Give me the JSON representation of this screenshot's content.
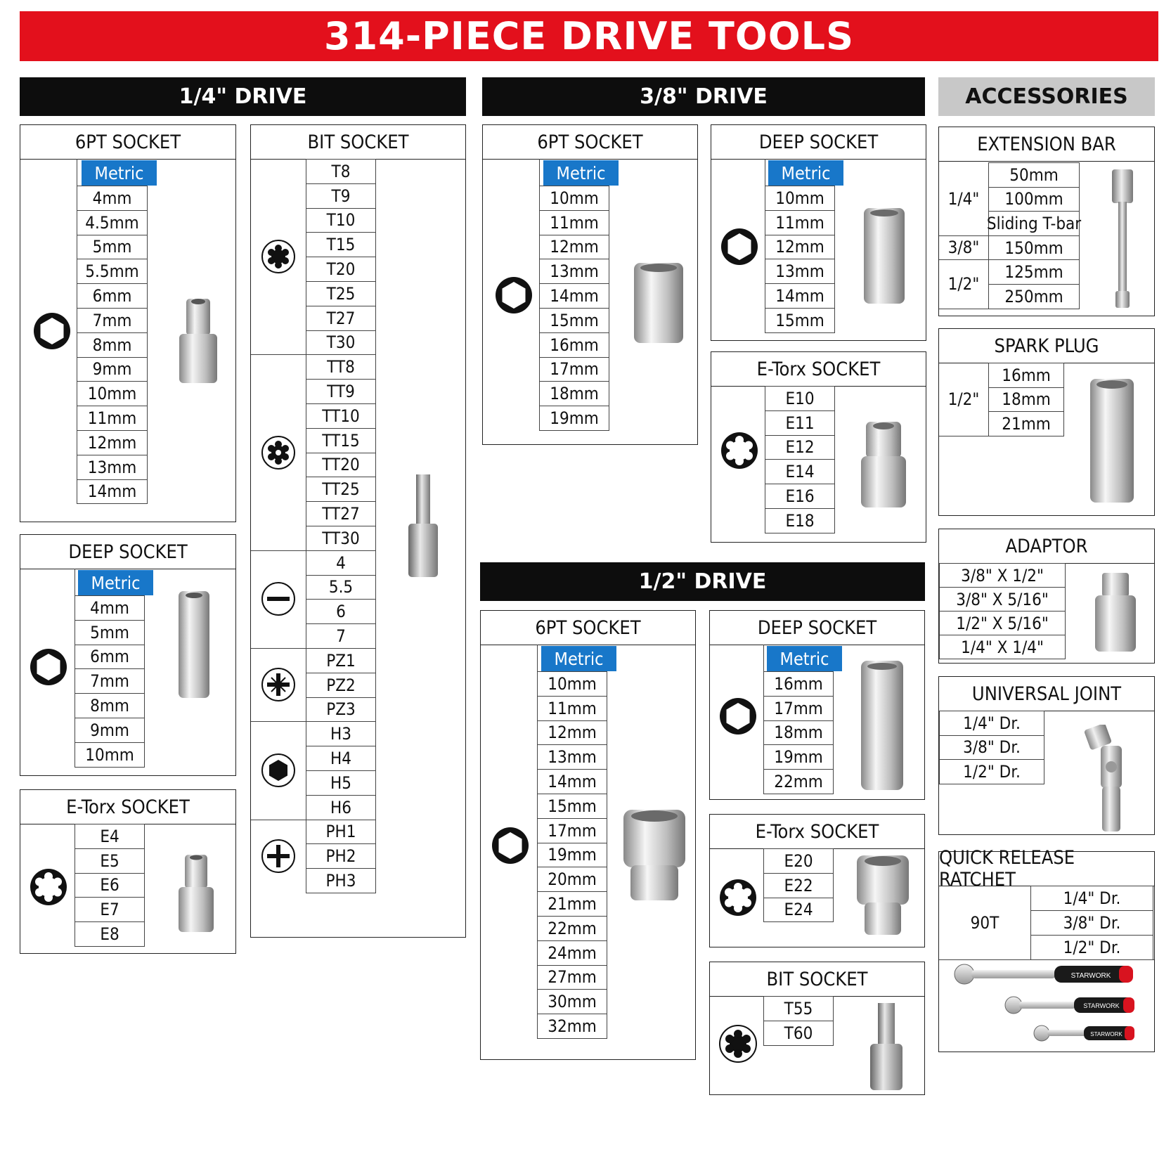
{
  "header": {
    "title": "314-PIECE DRIVE TOOLS"
  },
  "drives": {
    "quarter": "1/4\" DRIVE",
    "three_eighths": "3/8\" DRIVE",
    "half": "1/2\" DRIVE",
    "accessories": "ACCESSORIES"
  },
  "quarter_6pt": {
    "title": "6PT SOCKET",
    "metric": "Metric",
    "sizes": [
      "4mm",
      "4.5mm",
      "5mm",
      "5.5mm",
      "6mm",
      "7mm",
      "8mm",
      "9mm",
      "10mm",
      "11mm",
      "12mm",
      "13mm",
      "14mm"
    ]
  },
  "quarter_deep": {
    "title": "DEEP SOCKET",
    "metric": "Metric",
    "sizes": [
      "4mm",
      "5mm",
      "6mm",
      "7mm",
      "8mm",
      "9mm",
      "10mm"
    ]
  },
  "quarter_etorx": {
    "title": "E-Torx SOCKET",
    "sizes": [
      "E4",
      "E5",
      "E6",
      "E7",
      "E8"
    ]
  },
  "quarter_bit": {
    "title": "BIT SOCKET",
    "groups": [
      {
        "icon": "torx-icon",
        "sizes": [
          "T8",
          "T9",
          "T10",
          "T15",
          "T20",
          "T25",
          "T27",
          "T30"
        ]
      },
      {
        "icon": "tamper-torx-icon",
        "sizes": [
          "TT8",
          "TT9",
          "TT10",
          "TT15",
          "TT20",
          "TT25",
          "TT27",
          "TT30"
        ]
      },
      {
        "icon": "slotted-icon",
        "sizes": [
          "4",
          "5.5",
          "6",
          "7"
        ]
      },
      {
        "icon": "pozidriv-icon",
        "sizes": [
          "PZ1",
          "PZ2",
          "PZ3"
        ]
      },
      {
        "icon": "hex-bit-icon",
        "sizes": [
          "H3",
          "H4",
          "H5",
          "H6"
        ]
      },
      {
        "icon": "phillips-icon",
        "sizes": [
          "PH1",
          "PH2",
          "PH3"
        ]
      }
    ]
  },
  "three_6pt": {
    "title": "6PT SOCKET",
    "metric": "Metric",
    "sizes": [
      "10mm",
      "11mm",
      "12mm",
      "13mm",
      "14mm",
      "15mm",
      "16mm",
      "17mm",
      "18mm",
      "19mm"
    ]
  },
  "three_deep": {
    "title": "DEEP SOCKET",
    "metric": "Metric",
    "sizes": [
      "10mm",
      "11mm",
      "12mm",
      "13mm",
      "14mm",
      "15mm"
    ]
  },
  "three_etorx": {
    "title": "E-Torx SOCKET",
    "sizes": [
      "E10",
      "E11",
      "E12",
      "E14",
      "E16",
      "E18"
    ]
  },
  "half_6pt": {
    "title": "6PT SOCKET",
    "metric": "Metric",
    "sizes": [
      "10mm",
      "11mm",
      "12mm",
      "13mm",
      "14mm",
      "15mm",
      "17mm",
      "19mm",
      "20mm",
      "21mm",
      "22mm",
      "24mm",
      "27mm",
      "30mm",
      "32mm"
    ]
  },
  "half_deep": {
    "title": "DEEP SOCKET",
    "metric": "Metric",
    "sizes": [
      "16mm",
      "17mm",
      "18mm",
      "19mm",
      "22mm"
    ]
  },
  "half_etorx": {
    "title": "E-Torx SOCKET",
    "sizes": [
      "E20",
      "E22",
      "E24"
    ]
  },
  "half_bit": {
    "title": "BIT SOCKET",
    "sizes": [
      "T55",
      "T60"
    ]
  },
  "extension_bar": {
    "title": "EXTENSION BAR",
    "groups": [
      {
        "drive": "1/4\"",
        "items": [
          "50mm",
          "100mm",
          "Sliding T-bar"
        ]
      },
      {
        "drive": "3/8\"",
        "items": [
          "150mm"
        ]
      },
      {
        "drive": "1/2\"",
        "items": [
          "125mm",
          "250mm"
        ]
      }
    ]
  },
  "spark_plug": {
    "title": "SPARK PLUG",
    "drive": "1/2\"",
    "items": [
      "16mm",
      "18mm",
      "21mm"
    ]
  },
  "adaptor": {
    "title": "ADAPTOR",
    "items": [
      "3/8\" X 1/2\"",
      "3/8\" X 5/16\"",
      "1/2\" X 5/16\"",
      "1/4\" X 1/4\""
    ]
  },
  "universal_joint": {
    "title": "UNIVERSAL JOINT",
    "items": [
      "1/4\" Dr.",
      "3/8\" Dr.",
      "1/2\" Dr."
    ]
  },
  "ratchet": {
    "title": "QUICK RELEASE RATCHET",
    "teeth": "90T",
    "items": [
      "1/4\" Dr.",
      "3/8\" Dr.",
      "1/2\" Dr."
    ],
    "brand": "STARWORK"
  },
  "colors": {
    "banner": "#e3101c",
    "metric": "#1877c9",
    "bar": "#0d0d0d",
    "accessories_bar": "#c8c8c8"
  }
}
